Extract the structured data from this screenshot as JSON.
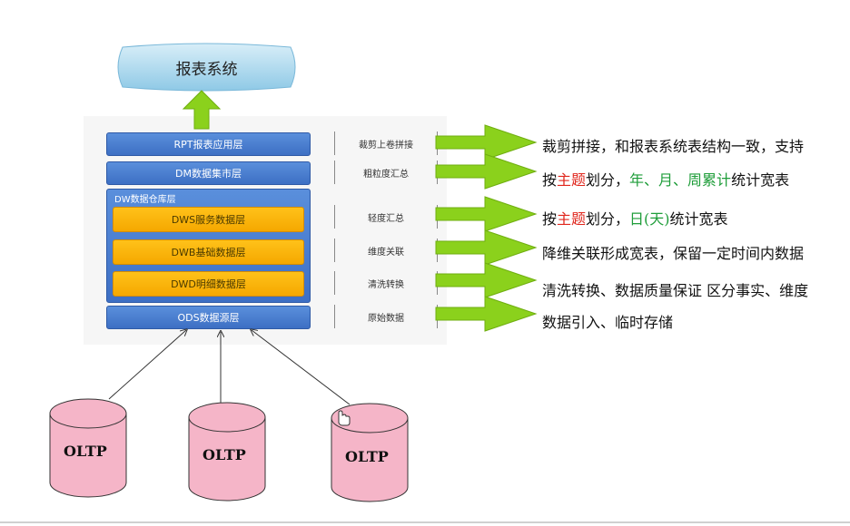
{
  "report_system": "报表系统",
  "layers": {
    "rpt": "RPT报表应用层",
    "dm": "DM数据集市层",
    "dw": "DW数据仓库层",
    "dws": "DWS服务数据层",
    "dwb": "DWB基础数据层",
    "dwd": "DWD明细数据层",
    "ods": "ODS数据源层"
  },
  "tags": {
    "rpt": "裁剪上卷拼接",
    "dm": "粗粒度汇总",
    "dws": "轻度汇总",
    "dwb": "维度关联",
    "dwd": "清洗转换",
    "ods": "原始数据"
  },
  "descriptions": {
    "rpt": "裁剪拼接，和报表系统表结构一致，支持",
    "dm": {
      "p1": "按",
      "topic": "主题",
      "p2": "划分，",
      "periods": "年、月、周累计",
      "p3": "统计宽表"
    },
    "dws": {
      "p1": "按",
      "topic": "主题",
      "p2": "划分，",
      "day": "日(天)",
      "p3": "统计宽表"
    },
    "dwb": "降维关联形成宽表，保留一定时间内数据",
    "dwd": "清洗转换、数据质量保证 区分事实、维度",
    "ods": "数据引入、临时存储"
  },
  "sources": [
    "OLTP",
    "OLTP",
    "OLTP"
  ],
  "colors": {
    "layer_blue": "#3d6fc4",
    "layer_orange": "#f5a800",
    "arrow_green": "#8bd11c",
    "cylinder_pink": "#f5b5c8",
    "highlight_red": "#e0271d",
    "highlight_green": "#1f9d3a"
  }
}
